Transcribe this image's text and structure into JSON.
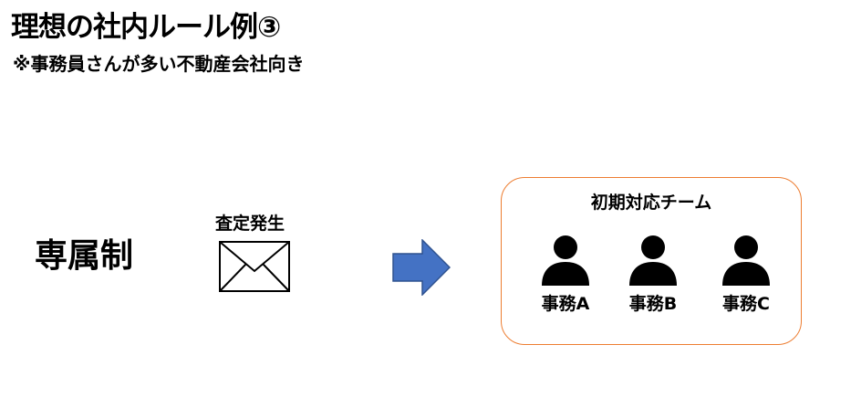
{
  "header": {
    "title": "理想の社内ルール例③",
    "subtitle": "※事務員さんが多い不動産会社向き"
  },
  "diagram": {
    "system_label": "専属制",
    "event_label": "査定発生",
    "event_icon": "envelope-icon",
    "flow_icon": "arrow-right-icon",
    "team": {
      "title": "初期対応チーム",
      "border_color": "#ed7d31",
      "members": [
        {
          "name": "事務A",
          "icon": "person-icon"
        },
        {
          "name": "事務B",
          "icon": "person-icon"
        },
        {
          "name": "事務C",
          "icon": "person-icon"
        }
      ]
    },
    "colors": {
      "arrow": "#4472c4",
      "arrow_border": "#2f528f"
    }
  }
}
